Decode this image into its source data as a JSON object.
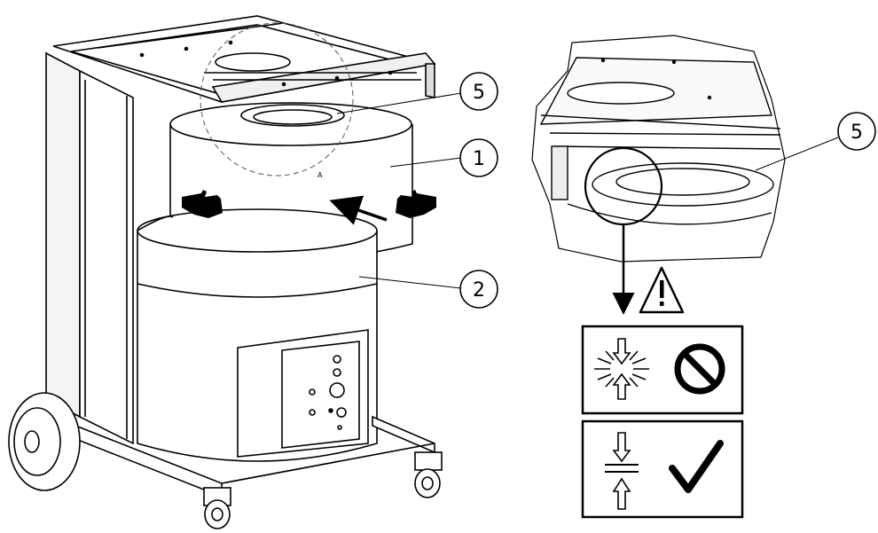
{
  "figure": {
    "callouts": [
      {
        "id": "callout-1",
        "number": "1"
      },
      {
        "id": "callout-2",
        "number": "2"
      },
      {
        "id": "callout-5-main",
        "number": "5"
      },
      {
        "id": "callout-5-detail",
        "number": "5"
      }
    ],
    "detail_marker": "A",
    "warning_symbol": "warning-triangle-icon",
    "panels": [
      {
        "id": "incorrect-panel",
        "symbol": "compression-burst-icon",
        "verdict": "prohibited-icon"
      },
      {
        "id": "correct-panel",
        "symbol": "gap-alignment-icon",
        "verdict": "checkmark-icon"
      }
    ],
    "colors": {
      "line": "#000000",
      "fill": "#ffffff",
      "shade": "#e6e6e6"
    }
  }
}
